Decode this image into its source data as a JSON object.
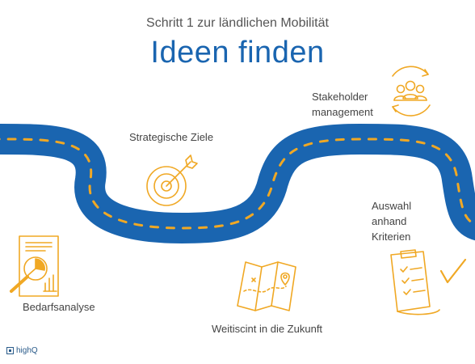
{
  "header": {
    "subtitle": "Schritt 1 zur ländlichen Mobilität",
    "title": "Ideen finden"
  },
  "labels": {
    "stakeholder_line1": "Stakeholder",
    "stakeholder_line2": "management",
    "strategische_ziele": "Strategische Ziele",
    "auswahl_line1": "Auswahl",
    "auswahl_line2": "anhand",
    "auswahl_line3": "Kriterien",
    "bedarfsanalyse": "Bedarfsanalyse",
    "weitsicht": "Weitiscint in die Zukunft"
  },
  "logo": {
    "text": "highQ"
  },
  "colors": {
    "road": "#1a65b0",
    "road_dashes": "#f0a824",
    "icons": "#f0a824",
    "title": "#1a65b0",
    "text": "#444444"
  },
  "icons": {
    "stakeholder": "people-group-cycle-icon",
    "ziele": "target-arrow-icon",
    "auswahl": "clipboard-checklist-icon",
    "bedarf": "document-chart-magnifier-icon",
    "weitsicht": "folded-map-pin-icon"
  }
}
